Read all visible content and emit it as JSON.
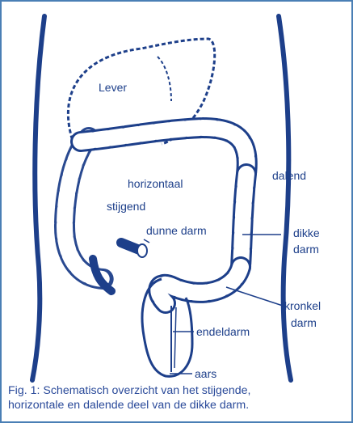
{
  "labels": {
    "lever": "Lever",
    "horizontaal": "horizontaal",
    "stijgend": "stijgend",
    "dalend": "dalend",
    "dunne_darm": "dunne darm",
    "dikke_line1": "dikke",
    "dikke_line2": "darm",
    "kronkel_line1": "kronkel",
    "kronkel_line2": "darm",
    "endeldarm": "endeldarm",
    "aars": "aars"
  },
  "caption": {
    "line1": "Fig. 1: Schematisch overzicht van het stijgende,",
    "line2": "horizontale en dalende deel van de dikke darm."
  },
  "colors": {
    "ink": "#1d3f8a",
    "frame": "#4a7fb5",
    "background": "#ffffff"
  }
}
